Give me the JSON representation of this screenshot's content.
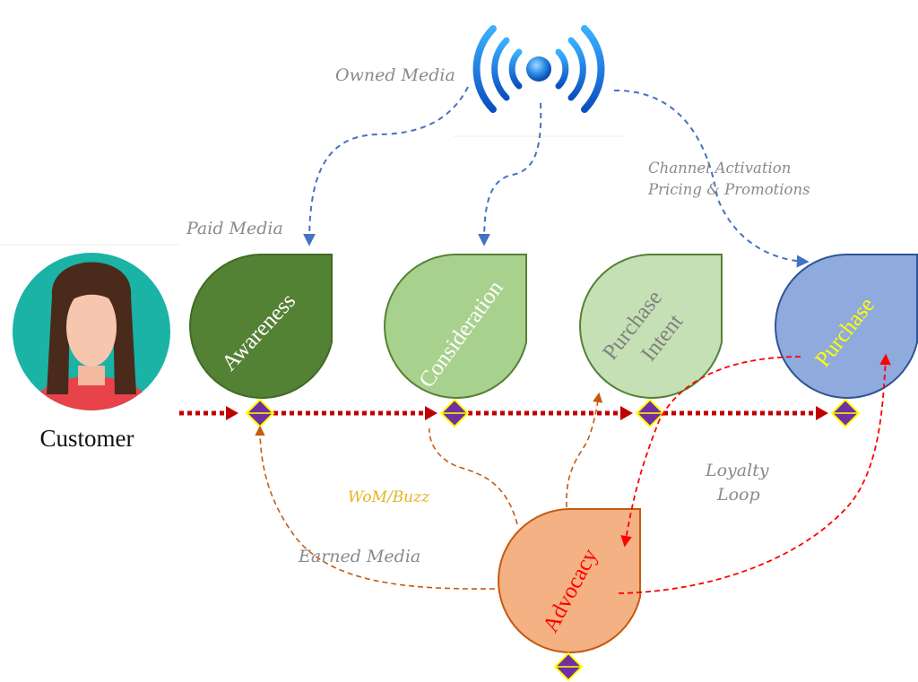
{
  "customer": {
    "label": "Customer"
  },
  "stages": [
    {
      "id": "awareness",
      "label": "Awareness",
      "fill": "#548235",
      "stroke": "#3f6b26",
      "text_color": "#ffffff"
    },
    {
      "id": "consideration",
      "label": "Consideration",
      "fill": "#a9d18e",
      "stroke": "#548235",
      "text_color": "#ffffff"
    },
    {
      "id": "purchase-intent",
      "label_line1": "Purchase",
      "label_line2": "Intent",
      "fill": "#c5e0b4",
      "stroke": "#548235",
      "text_color": "#808080"
    },
    {
      "id": "purchase",
      "label": "Purchase",
      "fill": "#8faadc",
      "stroke": "#2f5597",
      "text_color": "#ffff00"
    },
    {
      "id": "advocacy",
      "label": "Advocacy",
      "fill": "#f4b183",
      "stroke": "#c55a11",
      "text_color": "#ff0000"
    }
  ],
  "labels": {
    "owned_media": "Owned Media",
    "paid_media": "Paid Media",
    "channel_activation": "Channel Activation",
    "pricing_promotions": "Pricing & Promotions",
    "wom_buzz": "WoM/Buzz",
    "earned_media": "Earned Media",
    "loyalty": "Loyalty",
    "loop": "Loop"
  },
  "colors": {
    "main_flow": "#c00000",
    "owned_arrows": "#4472c4",
    "earned_arrows": "#c55a11",
    "loyalty_arrows": "#ff0000",
    "diamond_fill": "#7030a0",
    "diamond_stroke": "#ffff00",
    "wom_text": "#e6b422",
    "avatar_bg": "#1ab3a6"
  },
  "icons": [
    "broadcast-icon",
    "customer-avatar-icon"
  ]
}
